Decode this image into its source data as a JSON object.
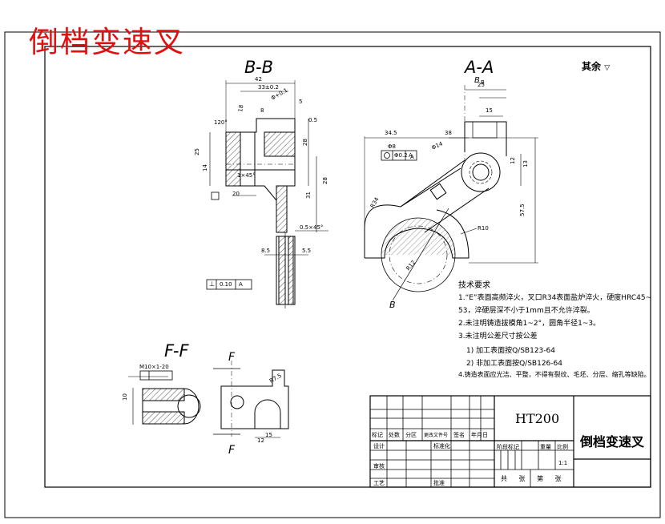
{
  "title": "倒档变速叉",
  "views": {
    "bb": "B-B",
    "aa": "A-A",
    "ff": "F-F",
    "section_b": "B",
    "section_f": "F"
  },
  "surface_note": "其余",
  "tech_requirements": {
    "heading": "技术要求",
    "lines": [
      "1.“E”表面高频淬火，叉口R34表面盐炉淬火，硬度HRC45~",
      "53，淬硬层深不小于1mm且不允许淬裂。",
      "2.未注明铸造拔模角1~2°，圆角半径1~3。",
      "3.未注明公差尺寸按公差",
      "1) 加工表面按Q/SB123-64",
      "2) 非加工表面按Q/SB126-64",
      "4.铸造表面应光洁、平整，不得有裂纹、毛坯、分层、缩孔等缺陷。"
    ]
  },
  "dimensions": {
    "bb": [
      "42",
      "33±0.2",
      "18",
      "8",
      "120°",
      "25",
      "14",
      "5",
      "28",
      "31",
      "0.5",
      "0.5×45°",
      "5.5",
      "8.5",
      "Φ+0.1",
      "1×45°",
      "20",
      "28"
    ],
    "aa": [
      "25",
      "38",
      "34.5",
      "15",
      "R34",
      "R10",
      "57.5",
      "R12",
      "12",
      "13",
      "Φ14",
      "Φ8",
      "A",
      "B"
    ],
    "ff": [
      "M10×1-20",
      "10",
      "12",
      "15",
      "R7.5"
    ]
  },
  "gdt": {
    "frame1_symbol": "⊥",
    "frame1_tol": "0.10",
    "frame1_ref": "A",
    "frame2_tol": "Φ0.2",
    "frame2_ref": "A"
  },
  "title_block": {
    "material": "HT200",
    "part_name": "倒档变速叉",
    "headers": [
      "标记",
      "处数",
      "分区",
      "更改文件号",
      "签名",
      "年月日"
    ],
    "roles": [
      "设计",
      "审核",
      "工艺"
    ],
    "roles_mid": [
      "标准化",
      "批准"
    ],
    "stage_labels": [
      "阶段标记",
      "重量",
      "比例"
    ],
    "scale": "1:1",
    "sheet_label": "共 张 第 张"
  }
}
